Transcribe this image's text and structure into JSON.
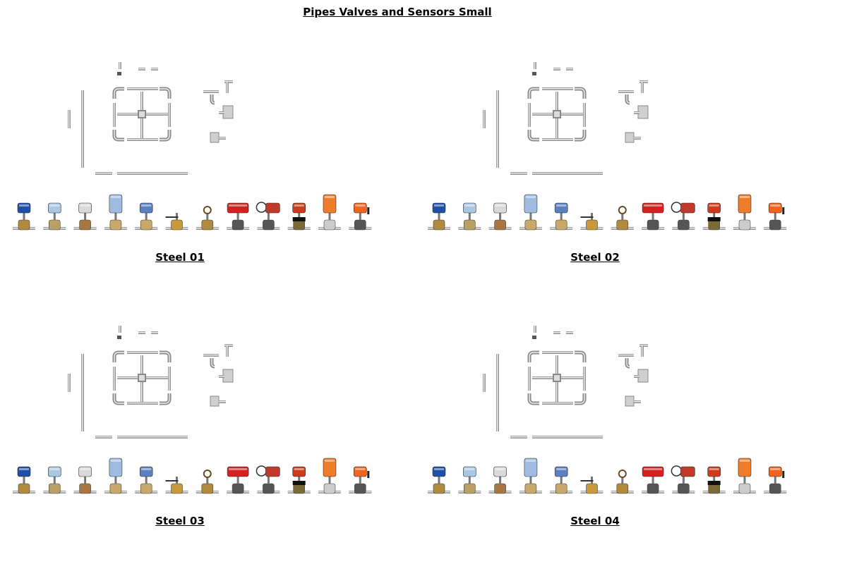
{
  "title": "Pipes Valves and Sensors Small",
  "panels": [
    {
      "label": "Steel 01"
    },
    {
      "label": "Steel 02"
    },
    {
      "label": "Steel 03"
    },
    {
      "label": "Steel 04"
    }
  ],
  "valves": [
    {
      "name": "blue-actuator-valve-icon",
      "actuator": "#1f4fa6",
      "body": "#b08a3e"
    },
    {
      "name": "light-blue-zone-valve-icon",
      "actuator": "#a9c6e3",
      "body": "#b9a067"
    },
    {
      "name": "grey-actuator-valve-icon",
      "actuator": "#d9d9d9",
      "body": "#a9763f"
    },
    {
      "name": "light-blue-linear-actuator-valve-icon",
      "actuator": "#9fbce0",
      "body": "#c8a86b"
    },
    {
      "name": "blue-square-actuator-valve-icon",
      "actuator": "#5b7fbf",
      "body": "#c8a86b"
    },
    {
      "name": "ball-valve-lever-icon",
      "actuator": "#333333",
      "body": "#c89a3c"
    },
    {
      "name": "gate-valve-handwheel-icon",
      "actuator": "#6b4a1f",
      "body": "#b08a3e"
    },
    {
      "name": "red-actuator-butterfly-valve-icon",
      "actuator": "#d61f1f",
      "body": "#555555"
    },
    {
      "name": "red-handwheel-gear-valve-icon",
      "actuator": "#c0392b",
      "body": "#555555"
    },
    {
      "name": "red-black-actuator-valve-icon",
      "actuator": "#d03a1a",
      "body": "#7a6a3a"
    },
    {
      "name": "orange-linear-actuator-valve-icon",
      "actuator": "#ee7c2b",
      "body": "#cccccc"
    },
    {
      "name": "orange-rotary-actuator-valve-icon",
      "actuator": "#f0641e",
      "body": "#555555"
    }
  ]
}
